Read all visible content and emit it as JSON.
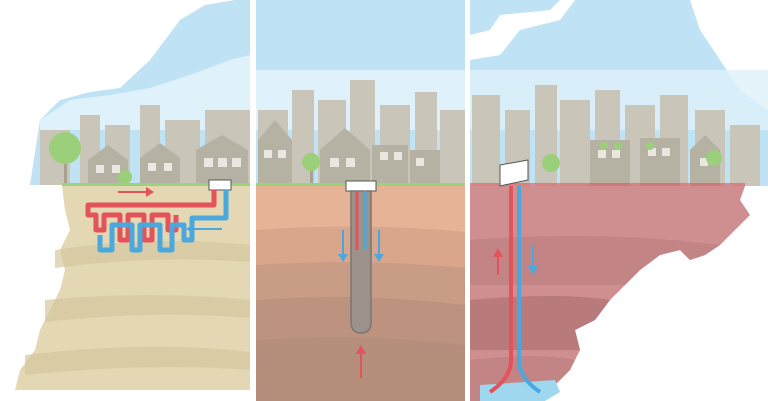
{
  "illustration": {
    "panels": [
      {
        "id": "horizontal-loop",
        "soil": "sandy",
        "flow_arrows": [
          "right",
          "left"
        ]
      },
      {
        "id": "vertical-borehole",
        "soil": "clay",
        "flow_arrows": [
          "down",
          "down",
          "up"
        ]
      },
      {
        "id": "deep-well",
        "soil": "rock",
        "flow_arrows": [
          "up",
          "down"
        ]
      }
    ],
    "colors": {
      "sky": "#bfe3f4",
      "sky_light": "#dff1fa",
      "city": "#c9c6b9",
      "city_dark": "#b5b2a4",
      "tree": "#9ccf7a",
      "grass": "#9bd37b",
      "soil_left": "#e3d7b4",
      "soil_left_band": "#d6c89f",
      "soil_mid": "#e6b397",
      "soil_mid_deep": "#b58f7c",
      "soil_right": "#cf8e8f",
      "soil_right_deep": "#b97a7c",
      "pipe_hot": "#e4525a",
      "pipe_cold": "#4aa8dc",
      "well_water": "#9fd7ee",
      "divider": "#ffffff"
    }
  }
}
